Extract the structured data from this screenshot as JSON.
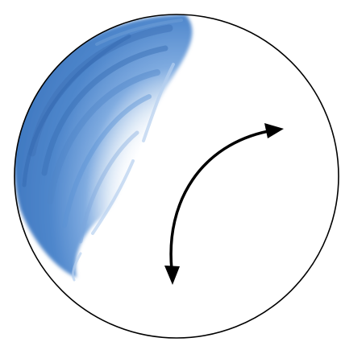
{
  "diagram": {
    "kind": "rotating-flow-in-circular-dish",
    "colors": {
      "background": "#ffffff",
      "outline": "#000000",
      "fluid_dark": "#3f78c0",
      "fluid_mid": "#5b93d4",
      "fluid_light": "#9cc0e8",
      "fluid_faint": "#cfe0f3",
      "arrow": "#000000"
    },
    "arrow": {
      "style": "double-headed-curved",
      "meaning": "rotation"
    }
  }
}
